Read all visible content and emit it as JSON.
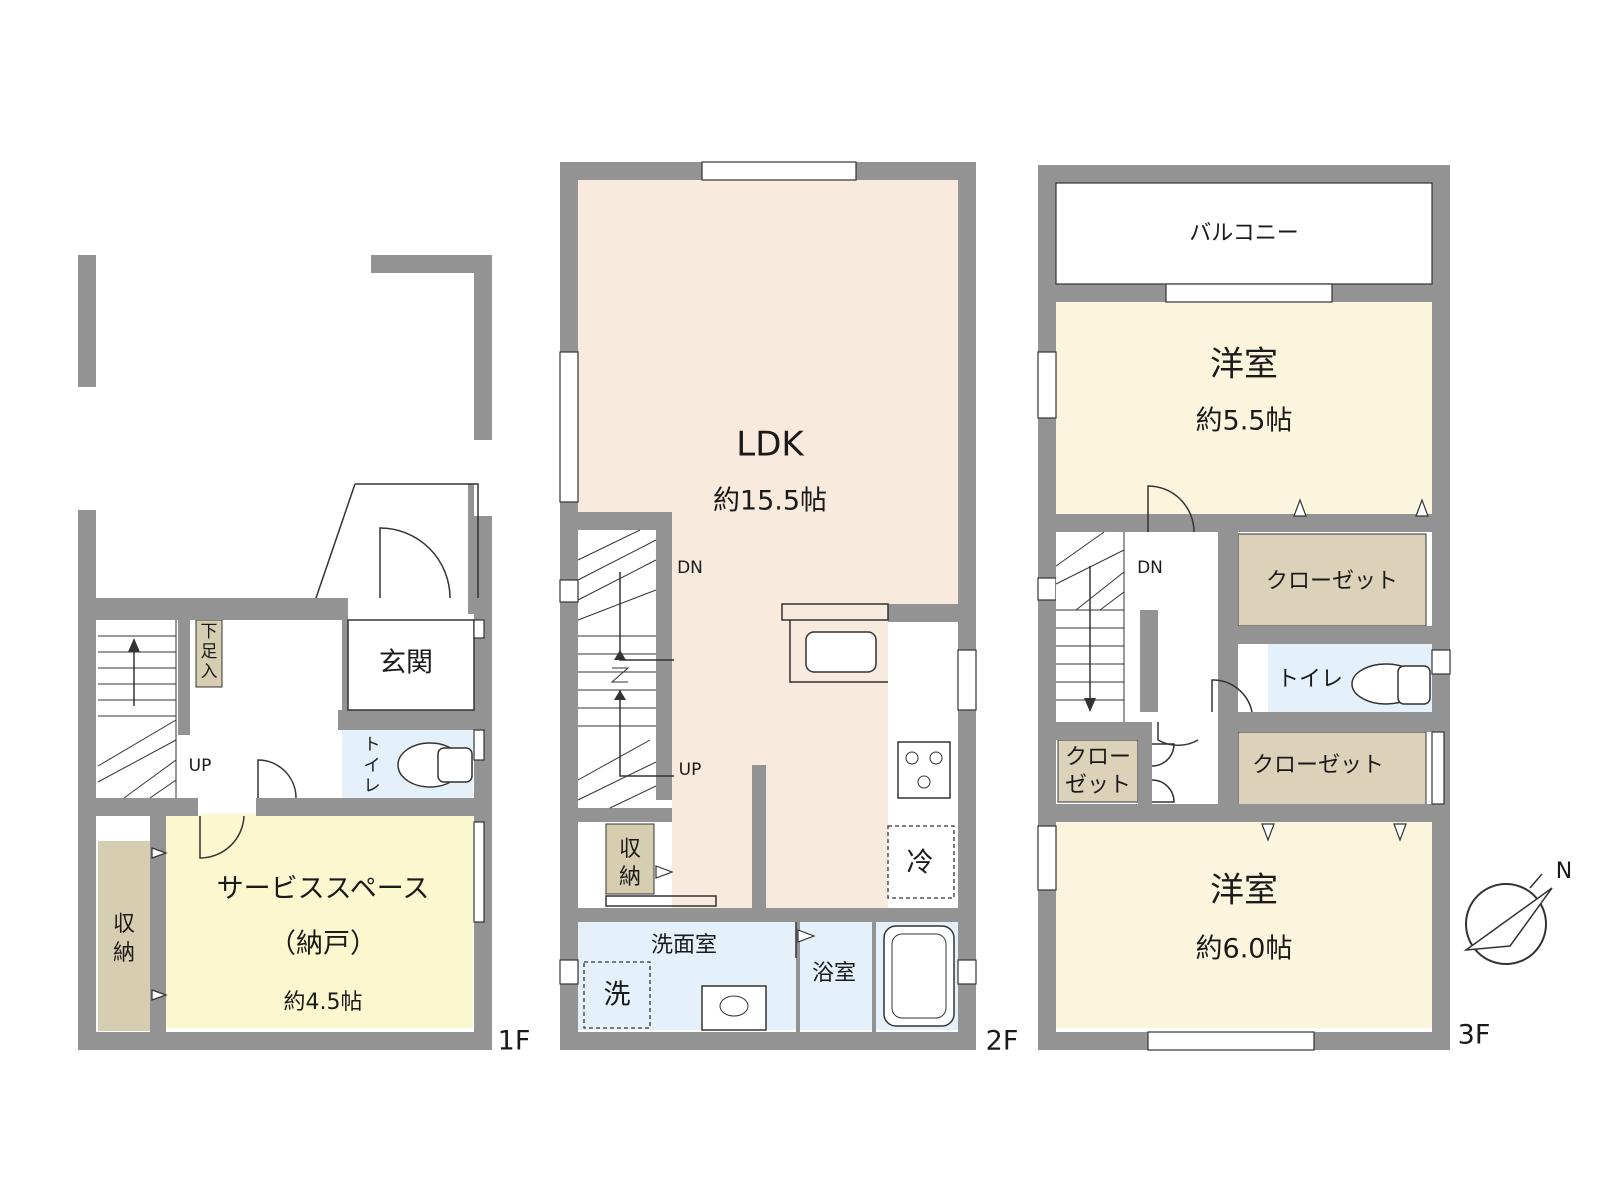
{
  "colors": {
    "wall": "#939393",
    "ldk": "#f8eadc",
    "western_room": "#fbf5de",
    "service_space": "#fbf7cf",
    "closet": "#dcd2b9",
    "storage": "#d7cdb1",
    "water_area": "#e4f0fa",
    "white": "#ffffff"
  },
  "floors": {
    "f1": {
      "label": "1F",
      "entrance": "玄関",
      "shoe_box": "下足入",
      "toilet": "トイレ",
      "stairs_up": "UP",
      "service_space": "サービススペース",
      "service_space_sub": "（納戸）",
      "service_space_size": "約4.5帖",
      "storage": "収納"
    },
    "f2": {
      "label": "2F",
      "ldk": "LDK",
      "ldk_size": "約15.5帖",
      "stairs_down": "DN",
      "stairs_up": "UP",
      "storage": "収納",
      "fridge": "冷",
      "washroom": "洗面室",
      "washer": "洗",
      "bathroom": "浴室"
    },
    "f3": {
      "label": "3F",
      "balcony": "バルコニー",
      "room_a": "洋室",
      "room_a_size": "約5.5帖",
      "room_b": "洋室",
      "room_b_size": "約6.0帖",
      "closet": "クローゼット",
      "closet_small": "クロー",
      "closet_small_2": "ゼット",
      "toilet": "トイレ",
      "stairs_down": "DN"
    }
  },
  "compass": {
    "label": "N"
  }
}
